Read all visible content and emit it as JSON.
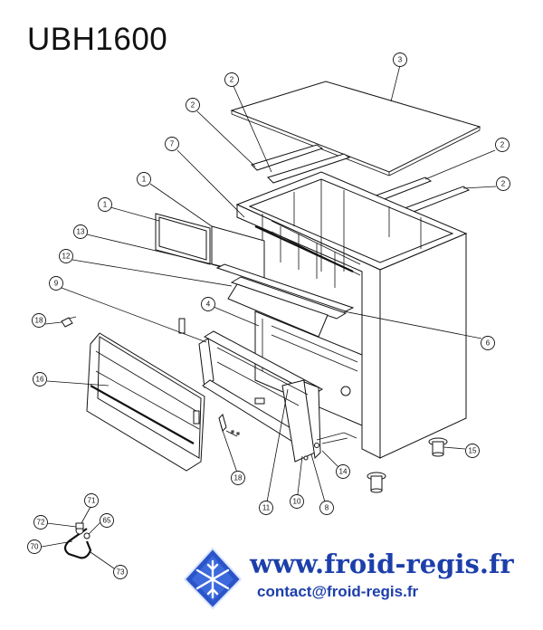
{
  "title": "UBH1600",
  "website": "www.froid-regis.fr",
  "contact": "contact@froid-regis.fr",
  "logo": "snowflake-logo",
  "colors": {
    "brand_blue": "#1c3faa",
    "logo_blue": "#2a54c8",
    "line": "#111111"
  },
  "callouts": [
    {
      "id": "c3",
      "label": "3"
    },
    {
      "id": "c2a",
      "label": "2"
    },
    {
      "id": "c2b",
      "label": "2"
    },
    {
      "id": "c2c",
      "label": "2"
    },
    {
      "id": "c2d",
      "label": "2"
    },
    {
      "id": "c7",
      "label": "7"
    },
    {
      "id": "c1a",
      "label": "1"
    },
    {
      "id": "c1b",
      "label": "1"
    },
    {
      "id": "c13",
      "label": "13"
    },
    {
      "id": "c12",
      "label": "12"
    },
    {
      "id": "c9",
      "label": "9"
    },
    {
      "id": "c4",
      "label": "4"
    },
    {
      "id": "c6",
      "label": "6"
    },
    {
      "id": "c18a",
      "label": "18"
    },
    {
      "id": "c16",
      "label": "16"
    },
    {
      "id": "c15",
      "label": "15"
    },
    {
      "id": "c14",
      "label": "14"
    },
    {
      "id": "c18b",
      "label": "18"
    },
    {
      "id": "c11",
      "label": "11"
    },
    {
      "id": "c10",
      "label": "10"
    },
    {
      "id": "c8",
      "label": "8"
    },
    {
      "id": "c71",
      "label": "71"
    },
    {
      "id": "c72",
      "label": "72"
    },
    {
      "id": "c65",
      "label": "65"
    },
    {
      "id": "c70",
      "label": "70"
    },
    {
      "id": "c73",
      "label": "73"
    }
  ]
}
